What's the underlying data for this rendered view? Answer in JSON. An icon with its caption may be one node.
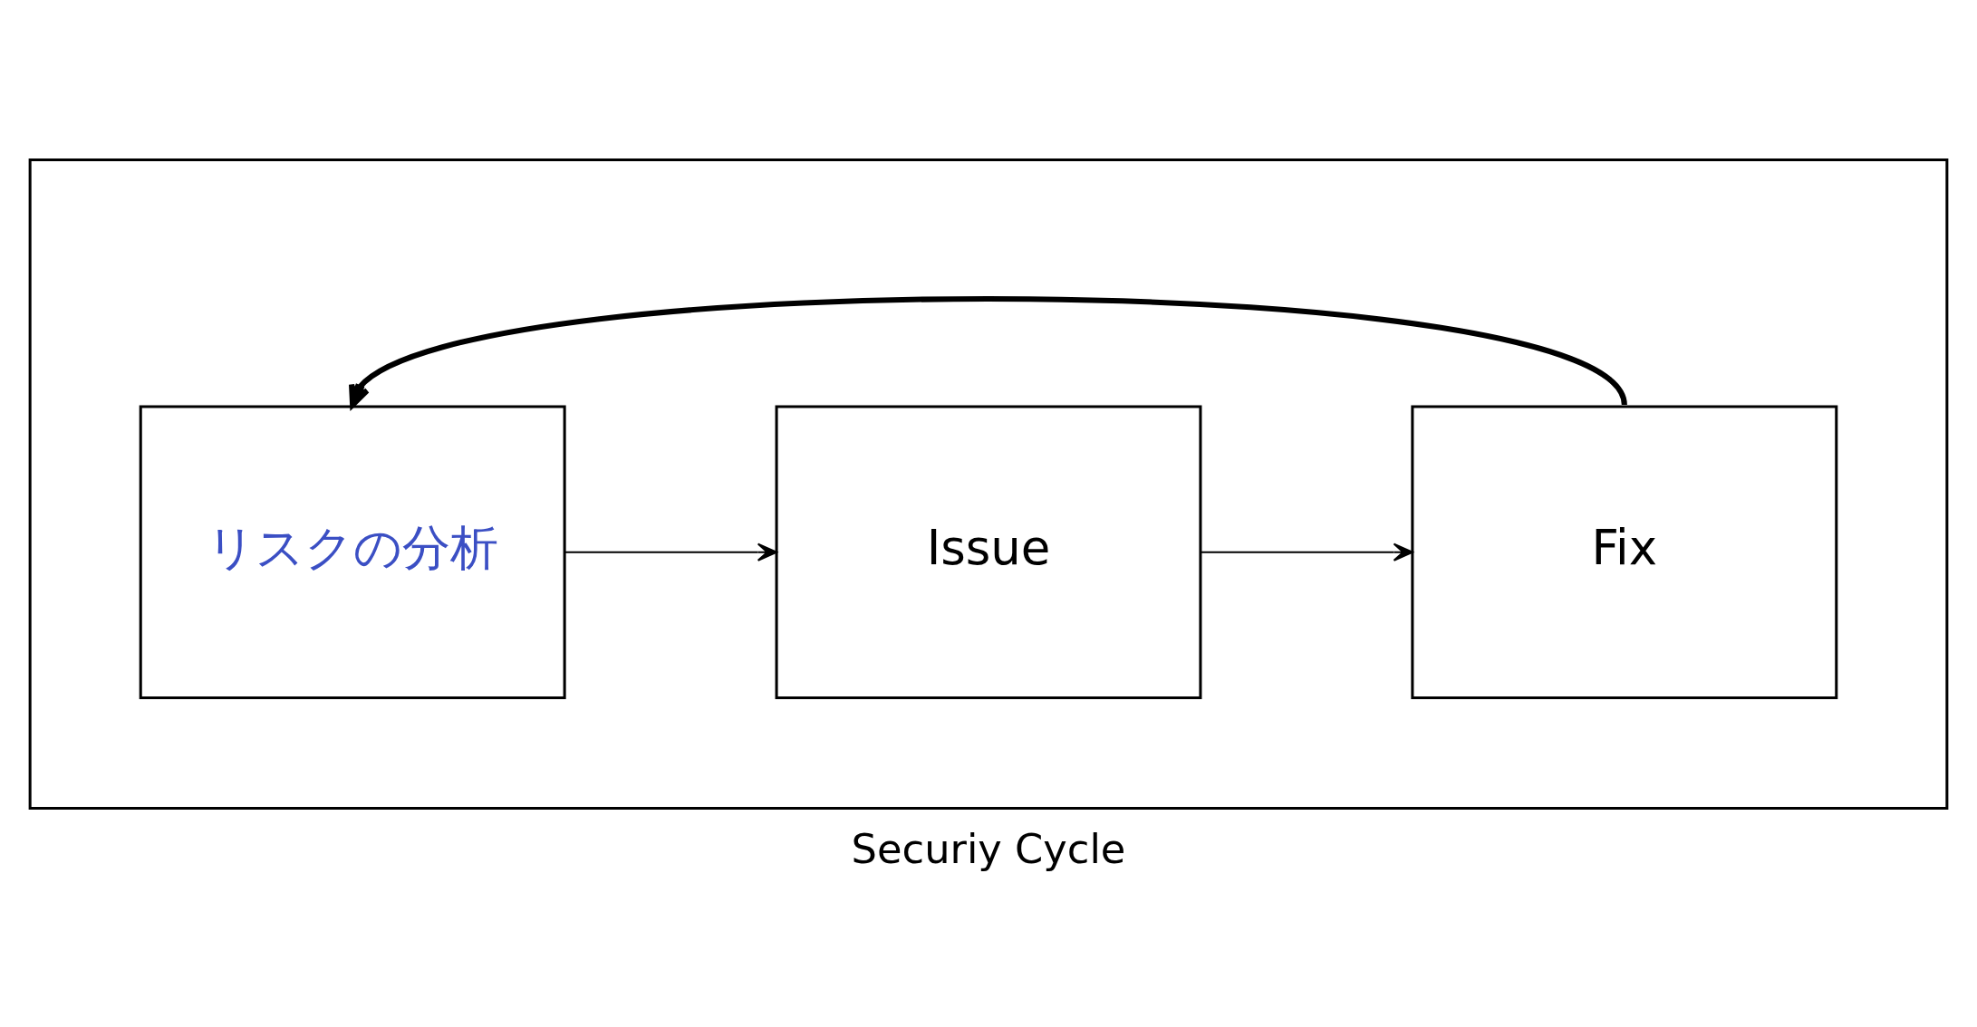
{
  "diagram": {
    "caption": "Securiy Cycle",
    "nodes": [
      {
        "text": [],
        "shape": "box"
      },
      {
        "text": [
          "リスクの分析"
        ],
        "in": 0
      },
      {
        "text": [
          "Issue"
        ],
        "in": 0
      },
      {
        "text": [
          "Fix"
        ],
        "in": 0
      }
    ],
    "edges": [
      {
        "from": 1,
        "to": 2,
        "arrow": "to"
      },
      {
        "from": 2,
        "to": 3,
        "arrow": "to"
      },
      {
        "from": 3,
        "to": 1,
        "arrow": "to",
        "style": "thick"
      }
    ]
  }
}
